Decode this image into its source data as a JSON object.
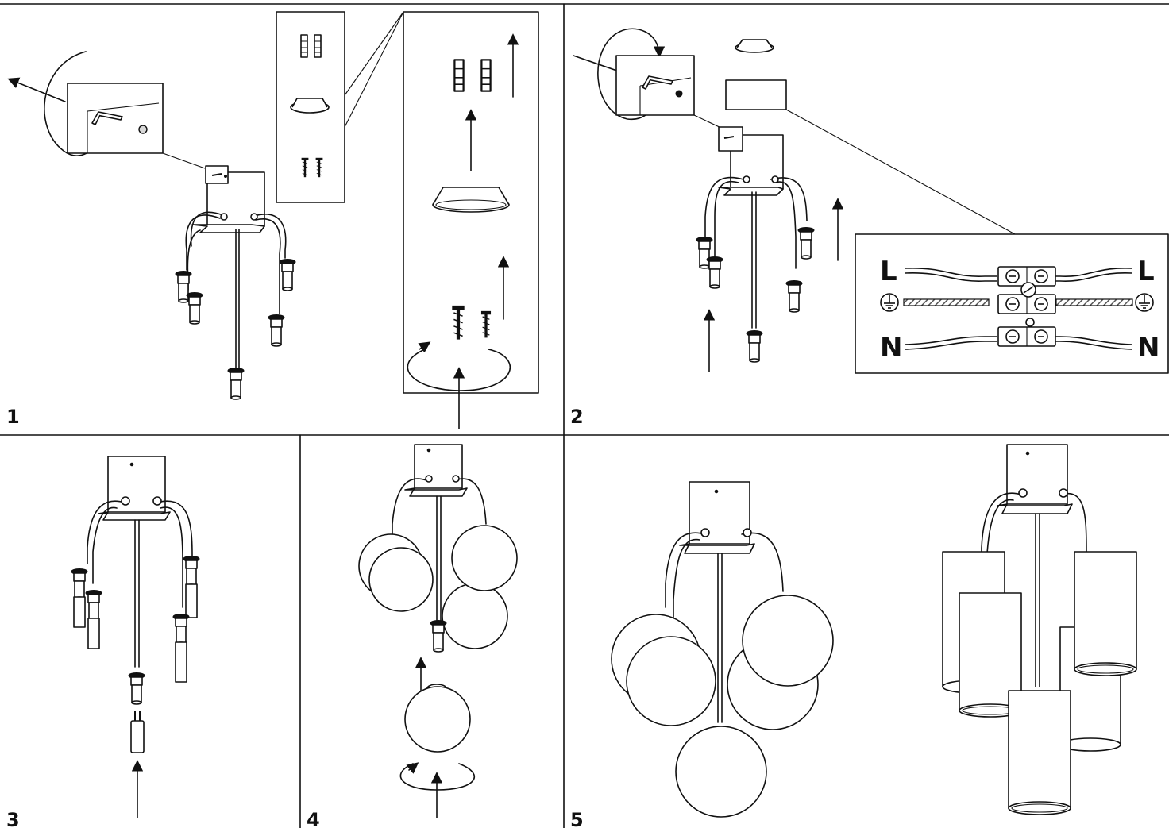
{
  "steps": [
    {
      "number": "1"
    },
    {
      "number": "2"
    },
    {
      "number": "3"
    },
    {
      "number": "4"
    },
    {
      "number": "5"
    }
  ],
  "wiring": {
    "live": "L",
    "neutral": "N",
    "earth_icon": "ground-symbol-icon"
  },
  "colors": {
    "line": "#111111",
    "background": "#ffffff",
    "earth_wire_hatch": "#555555"
  }
}
